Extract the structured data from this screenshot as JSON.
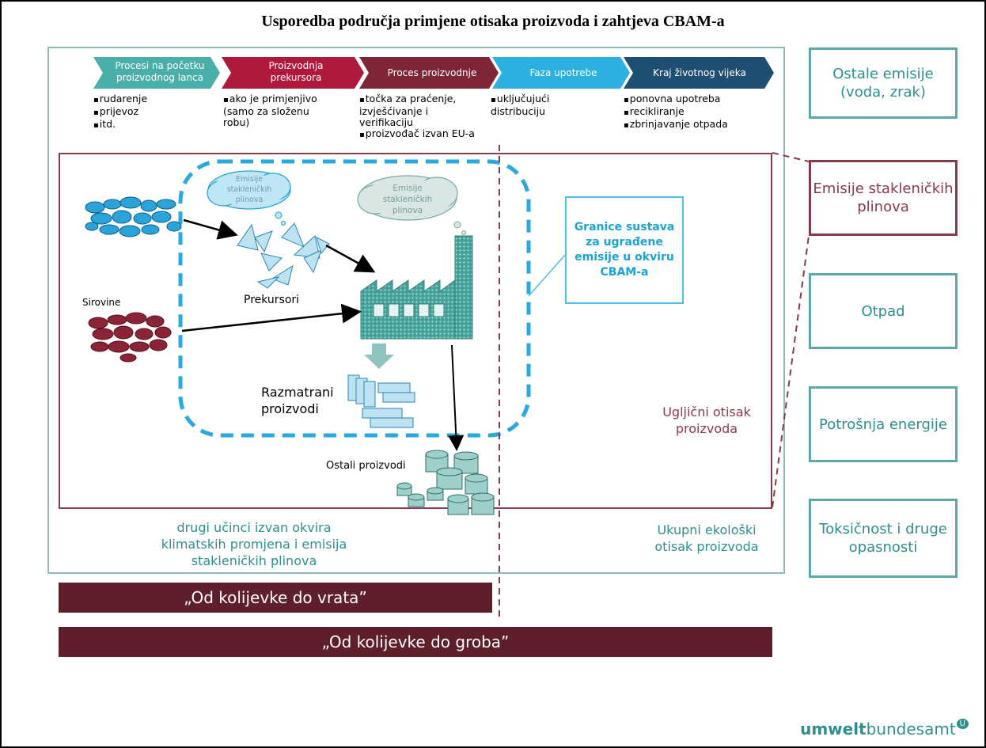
{
  "title": "Usporedba područja primjene otisaka proizvoda i zahtjeva CBAM-a",
  "stages": [
    {
      "line1": "Procesi na početku",
      "line2": "proizvodnog lanca",
      "color": "#4aaea9"
    },
    {
      "line1": "Proizvodnja",
      "line2": "prekursora",
      "color": "#b0193b"
    },
    {
      "line1": "Proces proizvodnje",
      "line2": "",
      "color": "#7e2638"
    },
    {
      "line1": "Faza upotrebe",
      "line2": "",
      "color": "#2bb0e0"
    },
    {
      "line1": "Kraj životnog vijeka",
      "line2": "",
      "color": "#1e4f73"
    }
  ],
  "bullets": {
    "upstream": [
      "rudarenje",
      "prijevoz",
      "itd."
    ],
    "precursor": [
      "ako je primjenjivo (samo za složenu robu)"
    ],
    "production": [
      "točka za praćenje, izvješćivanje i verifikaciju",
      "proizvođač izvan EU-a"
    ],
    "use": [
      "uključujući distribuciju"
    ],
    "eol": [
      "ponovna upotreba",
      "recikliranje",
      "zbrinjavanje otpada"
    ]
  },
  "right_boxes": [
    "Ostale emisije (voda, zrak)",
    "Emisije stakleničkih plinova",
    "Otpad",
    "Potrošnja energije",
    "Toksičnost i druge opasnosti"
  ],
  "diagram": {
    "cloud1": "Emisije stakleničkih plinova",
    "cloud2": "Emisije stakleničkih plinova",
    "precursors": "Prekursori",
    "raw": "Sirovine",
    "products": "Razmatrani proizvodi",
    "other_products": "Ostali proizvodi",
    "cbam_boundary": "Granice sustava za ugrađene emisije u okviru CBAM-a",
    "carbon_footprint": "Ugljični otisak proizvoda",
    "other_effects": "drugi učinci izvan okvira klimatskih promjena i emisija stakleničkih plinova",
    "total_footprint": "Ukupni ekološki otisak proizvoda"
  },
  "bars": {
    "gate": "„Od kolijevke do vrata”",
    "grave": "„Od kolijevke do groba”"
  },
  "logo": {
    "bold": "umwelt",
    "rest": "bundesamt"
  },
  "colors": {
    "teal": "#2e8f8f",
    "maroon": "#5e1f2b",
    "cbam_blue": "#1aa3d6"
  }
}
